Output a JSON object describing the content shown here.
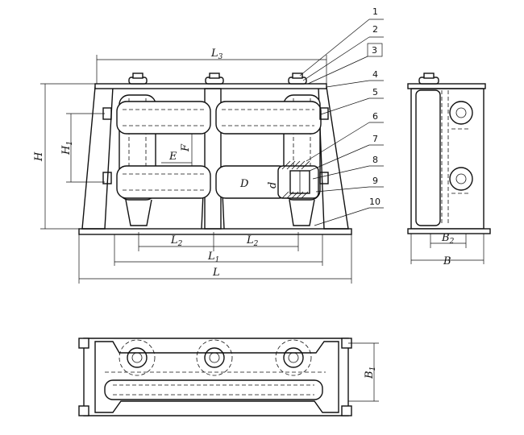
{
  "callouts": [
    "1",
    "2",
    "3",
    "4",
    "5",
    "6",
    "7",
    "8",
    "9",
    "10"
  ],
  "dimensions": {
    "L3": {
      "main": "L",
      "sub": "3"
    },
    "L": {
      "main": "L",
      "sub": ""
    },
    "L1": {
      "main": "L",
      "sub": "1"
    },
    "L2a": {
      "main": "L",
      "sub": "2"
    },
    "L2b": {
      "main": "L",
      "sub": "2"
    },
    "H": {
      "main": "H",
      "sub": ""
    },
    "H1": {
      "main": "H",
      "sub": "1"
    },
    "E": {
      "main": "E",
      "sub": ""
    },
    "F": {
      "main": "F",
      "sub": ""
    },
    "D": {
      "main": "D",
      "sub": ""
    },
    "d": {
      "main": "d",
      "sub": ""
    },
    "B": {
      "main": "B",
      "sub": ""
    },
    "B1": {
      "main": "B",
      "sub": "1"
    },
    "B2": {
      "main": "B",
      "sub": "2"
    }
  },
  "colors": {
    "line": "#111111",
    "background": "#ffffff"
  }
}
